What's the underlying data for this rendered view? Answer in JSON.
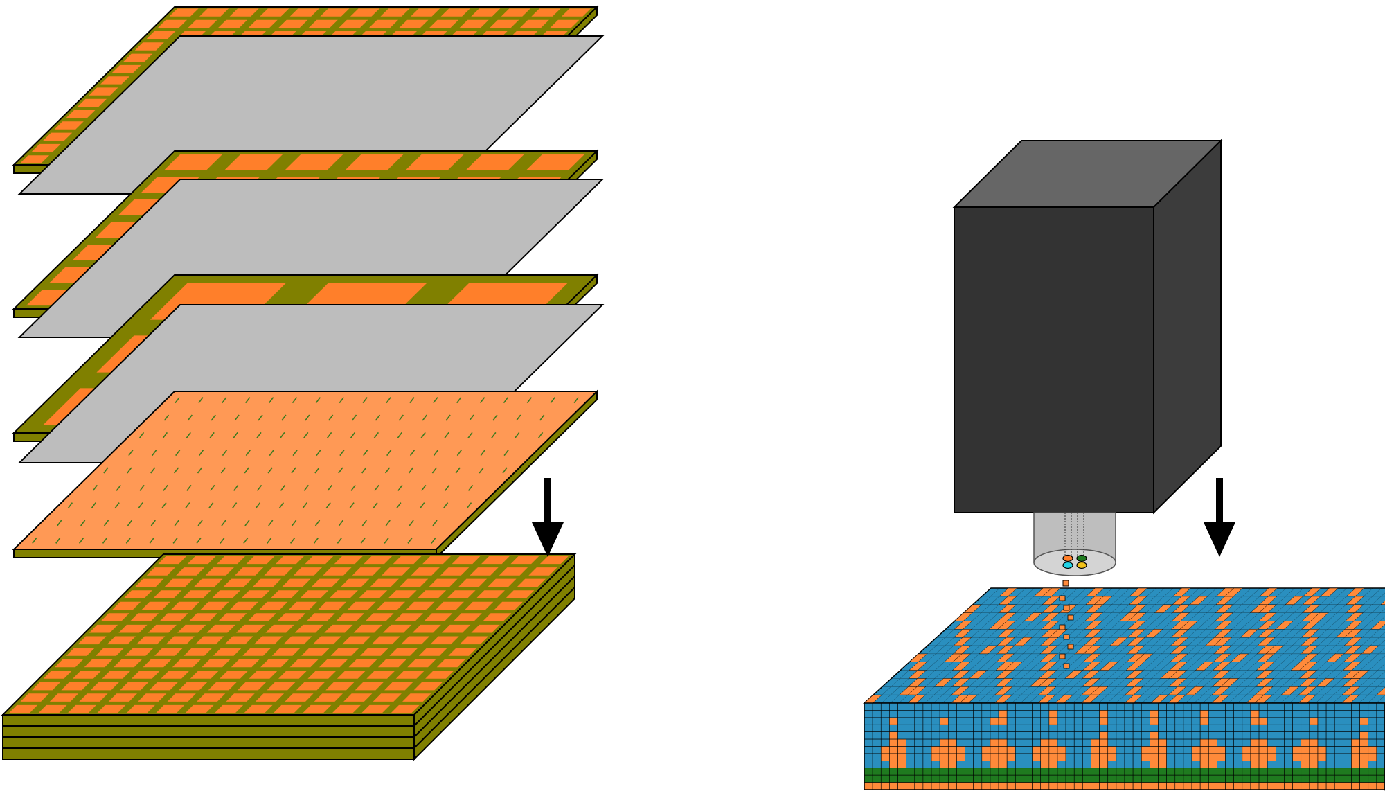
{
  "colors": {
    "background": "#ffffff",
    "olive": "#808000",
    "orange": "#ff7f2a",
    "light_orange": "#ff9955",
    "separator_grey": "#bdbdbd",
    "outline": "#000000",
    "nozzle_top": "#666666",
    "nozzle_front": "#333333",
    "nozzle_side": "#3c3c3c",
    "cylinder": "#b3b3b3",
    "voxel_blue": "#2a8fbf",
    "voxel_green": "#1f7a1f",
    "voxel_orange": "#ff8a3a",
    "drop_cyan": "#22d3e6",
    "drop_yellow": "#f2c21a",
    "drop_green": "#1f7a1f",
    "drop_orange": "#ff7f2a"
  },
  "left_panel": {
    "layers": [
      {
        "type": "grid",
        "cells": 14
      },
      {
        "type": "grid",
        "cells": 7
      },
      {
        "type": "grid",
        "cells": 3
      },
      {
        "type": "fibers"
      }
    ],
    "stacked_plates": 4,
    "stacked_cells": 14
  },
  "right_panel": {
    "nozzle_channels": 4,
    "voxel_columns": 62,
    "voxel_rows": 12
  },
  "icons": {
    "laminate_arrow": "down-arrow-icon",
    "printing_arrow": "down-arrow-icon"
  }
}
